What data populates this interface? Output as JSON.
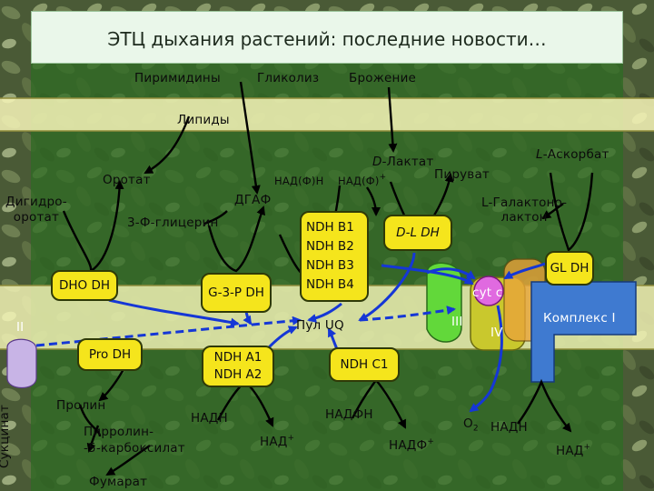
{
  "title": "ЭТЦ дыхания растений: последние новости…",
  "top_sources": [
    "Пиримидины",
    "Гликолиз",
    "Брожение"
  ],
  "lipids": "Липиды",
  "substrates": {
    "orotate": "Оротат",
    "dihydroorotate": [
      "Дигидро-",
      "оротат"
    ],
    "nadph_h": "НАД(Ф)Н",
    "nadp_plus": "НАД(Ф)",
    "plus": "+",
    "d_lactate_prefix": "D",
    "d_lactate_rest": "-Лактат",
    "pyruvate": "Пируват",
    "l_ascorbate_prefix": "L",
    "l_ascorbate_rest": "-Аскорбат",
    "l_galactonolactone": [
      "L-Галактоно-",
      "лактон"
    ],
    "dhap": "ДГАФ",
    "glycerol3p": "3-Ф-глицерин",
    "proline": "Пролин",
    "pyrroline": [
      "Пирролин-",
      "-5-карбоксилат"
    ],
    "fumarate": "Фумарат",
    "nadh": "НАДН",
    "nad_plus": "НАД",
    "nadph": "НАДФН",
    "nadp_plus2": "НАДФ",
    "o2": "O",
    "o2_sub": "2",
    "nadh2": "НАДН",
    "nad_plus2": "НАД",
    "succinate": "Сукцинат"
  },
  "enzymes": {
    "dho_dh": "DHO DH",
    "g3p_dh": "G-3-P DH",
    "ndh_b": [
      "NDH B1",
      "NDH B2",
      "NDH B3",
      "NDH B4"
    ],
    "dl_dh": "D-L DH",
    "gl_dh": "GL DH",
    "pro_dh": "Pro DH",
    "ndh_a": [
      "NDH A1",
      "NDH A2"
    ],
    "ndh_c": "NDH C1"
  },
  "complexes": {
    "ii": "II",
    "iii": "III",
    "iv": "IV",
    "i": "Комплекс I",
    "cytc": "cyt c",
    "ubiquinone_pool": "Пул UQ"
  },
  "colors": {
    "membrane_band": "#f7f6b8",
    "enzyme_fill": "#f5e51c",
    "arrow_blue": "#1537d6",
    "complex_i": "#3f7ad0",
    "complex_iii": "#62d83a",
    "complex_iv": "#c9c82d",
    "cytc": "#e06ae0",
    "complex_ii": "#c8b4e6"
  }
}
